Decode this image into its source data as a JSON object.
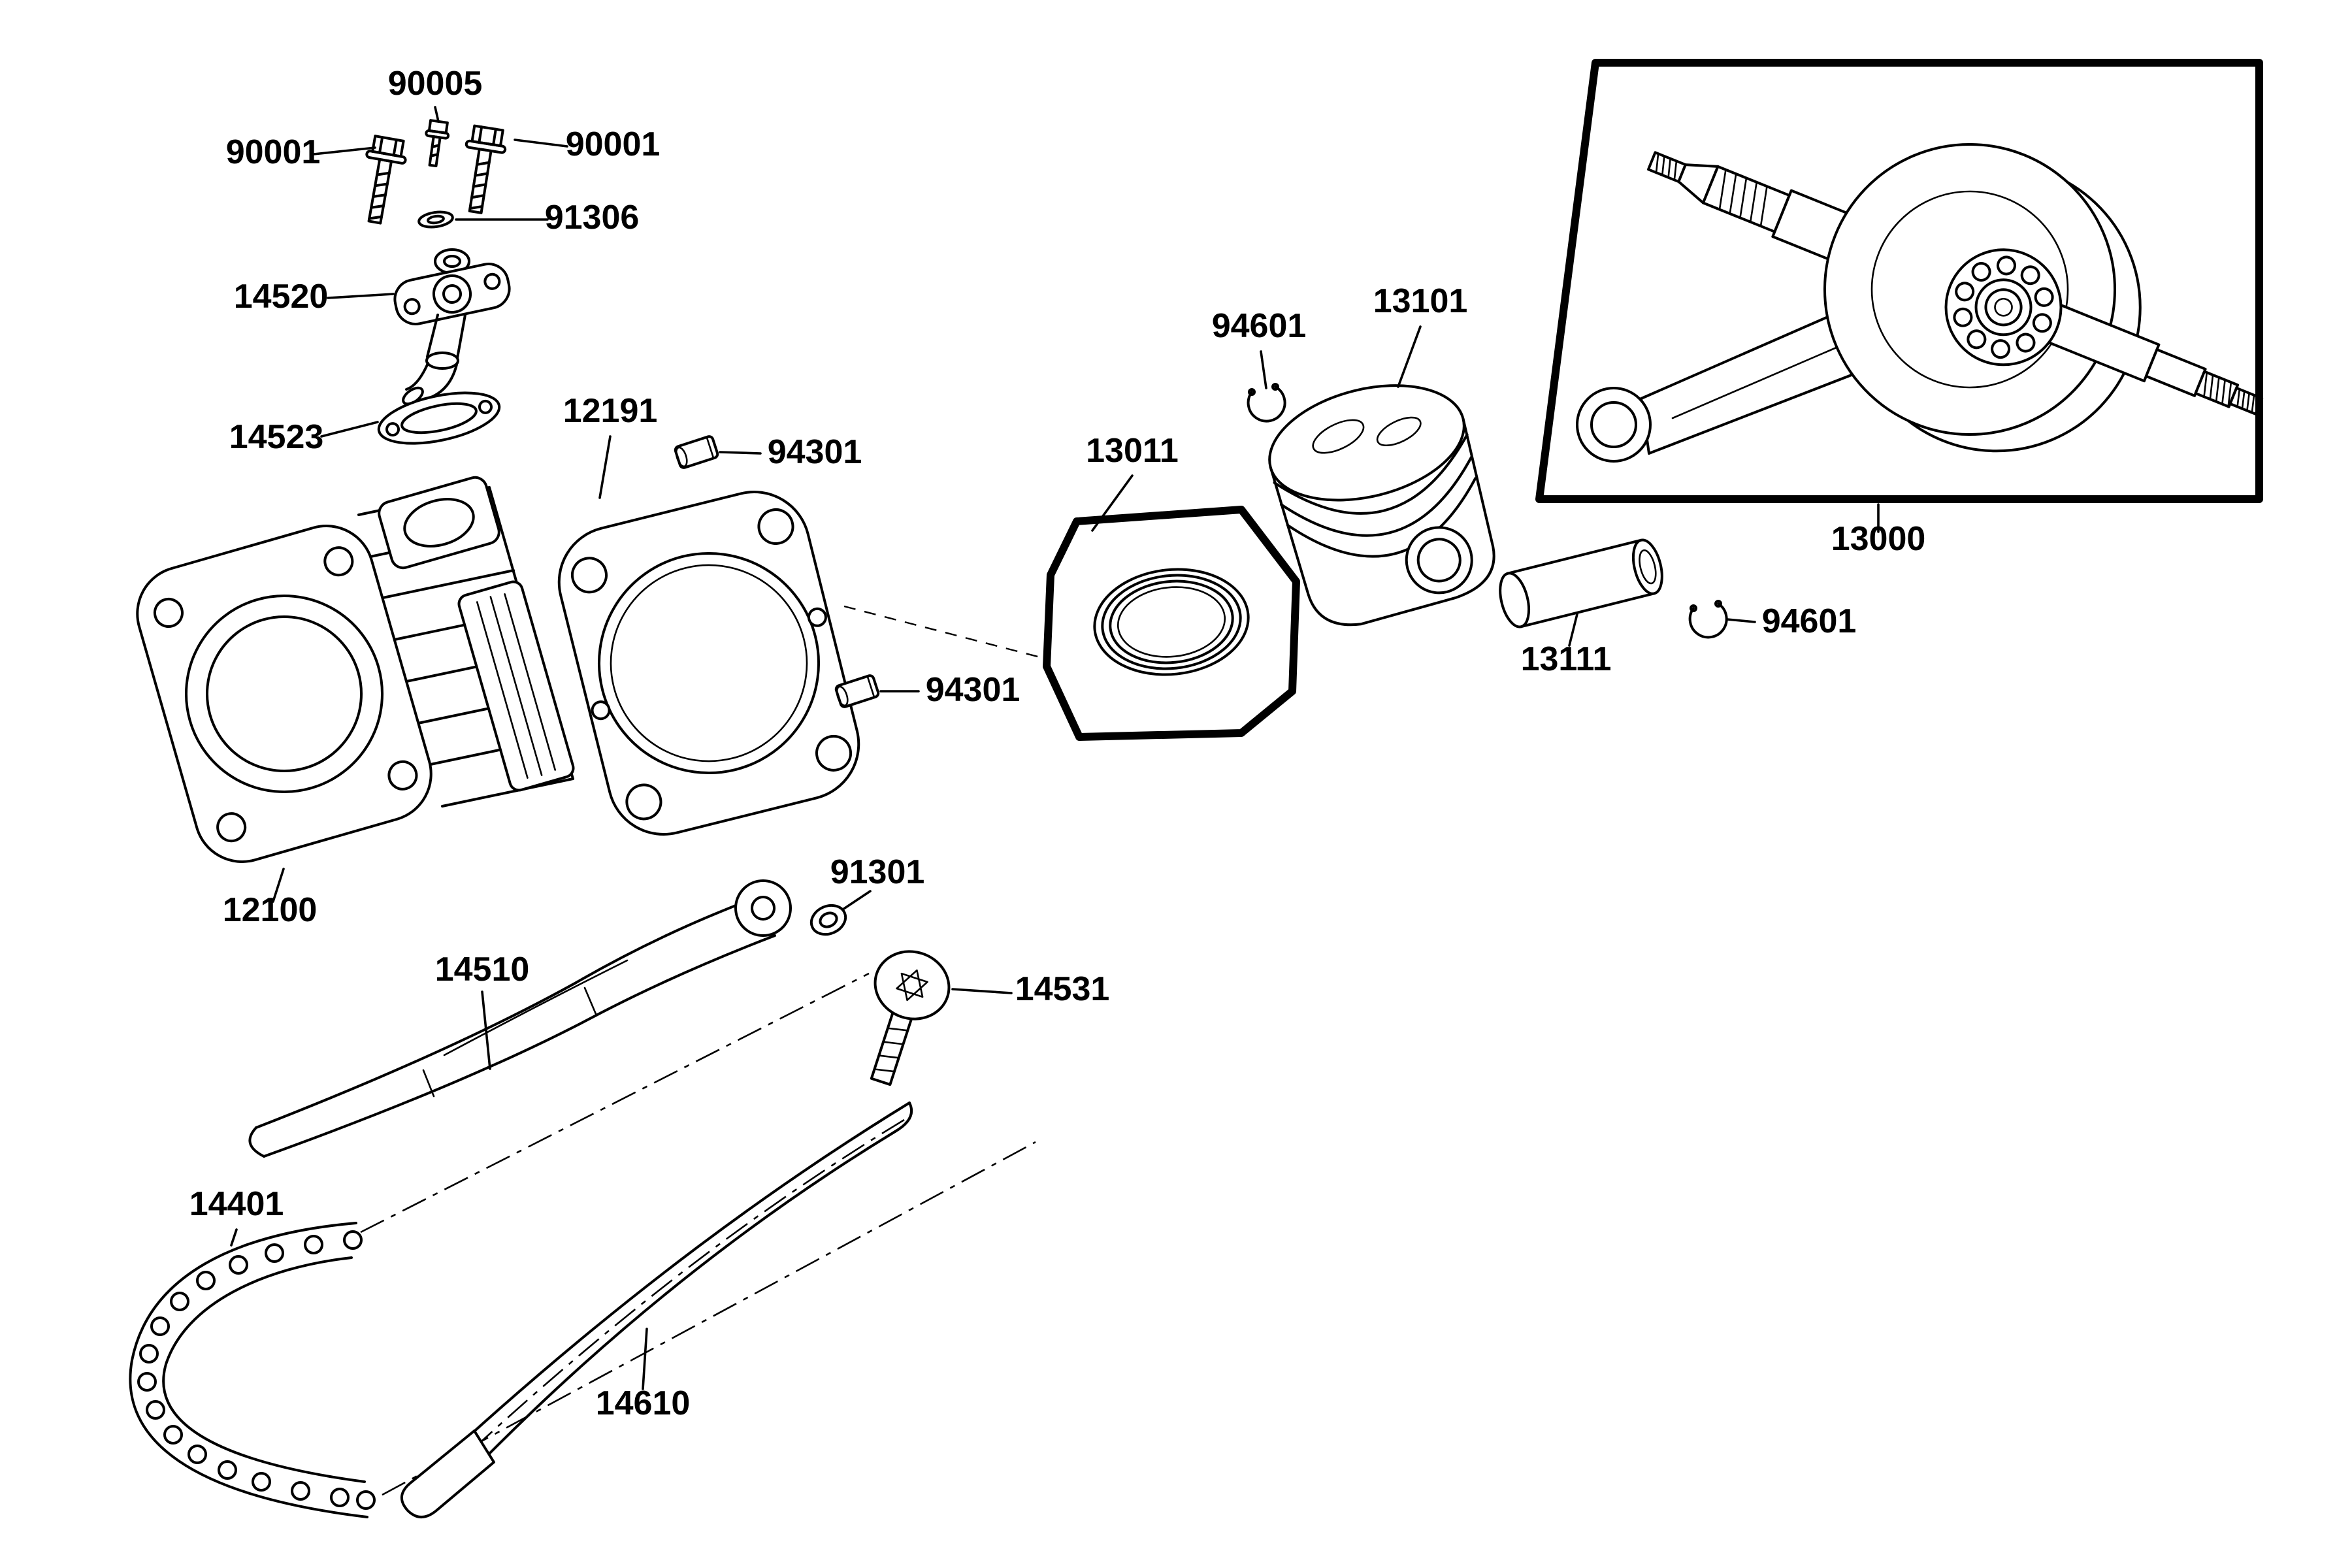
{
  "diagram": {
    "type": "exploded-parts-diagram",
    "subject": "engine-cylinder-piston-crankshaft-camchain",
    "colors": {
      "ink": "#000000",
      "background": "#ffffff"
    },
    "callouts": [
      {
        "part": "90005"
      },
      {
        "part": "90001"
      },
      {
        "part": "90001"
      },
      {
        "part": "91306"
      },
      {
        "part": "14520"
      },
      {
        "part": "14523"
      },
      {
        "part": "12191"
      },
      {
        "part": "94301"
      },
      {
        "part": "94301"
      },
      {
        "part": "12100"
      },
      {
        "part": "13011"
      },
      {
        "part": "94601"
      },
      {
        "part": "13101"
      },
      {
        "part": "13000"
      },
      {
        "part": "13111"
      },
      {
        "part": "94601"
      },
      {
        "part": "91301"
      },
      {
        "part": "14510"
      },
      {
        "part": "14531"
      },
      {
        "part": "14401"
      },
      {
        "part": "14610"
      }
    ]
  }
}
